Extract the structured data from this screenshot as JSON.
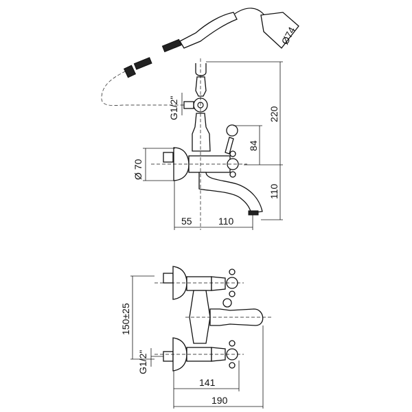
{
  "side_view": {
    "shower_head_diameter": "Ø74",
    "connection_thread": "G1/2\"",
    "height_total": "220",
    "handle_height": "84",
    "flange_diameter": "Ø 70",
    "spout_drop": "110",
    "wall_offset": "55",
    "spout_reach": "110"
  },
  "top_view": {
    "center_distance": "150±25",
    "connection_thread": "G1/2\"",
    "handle_depth": "141",
    "total_depth": "190"
  }
}
